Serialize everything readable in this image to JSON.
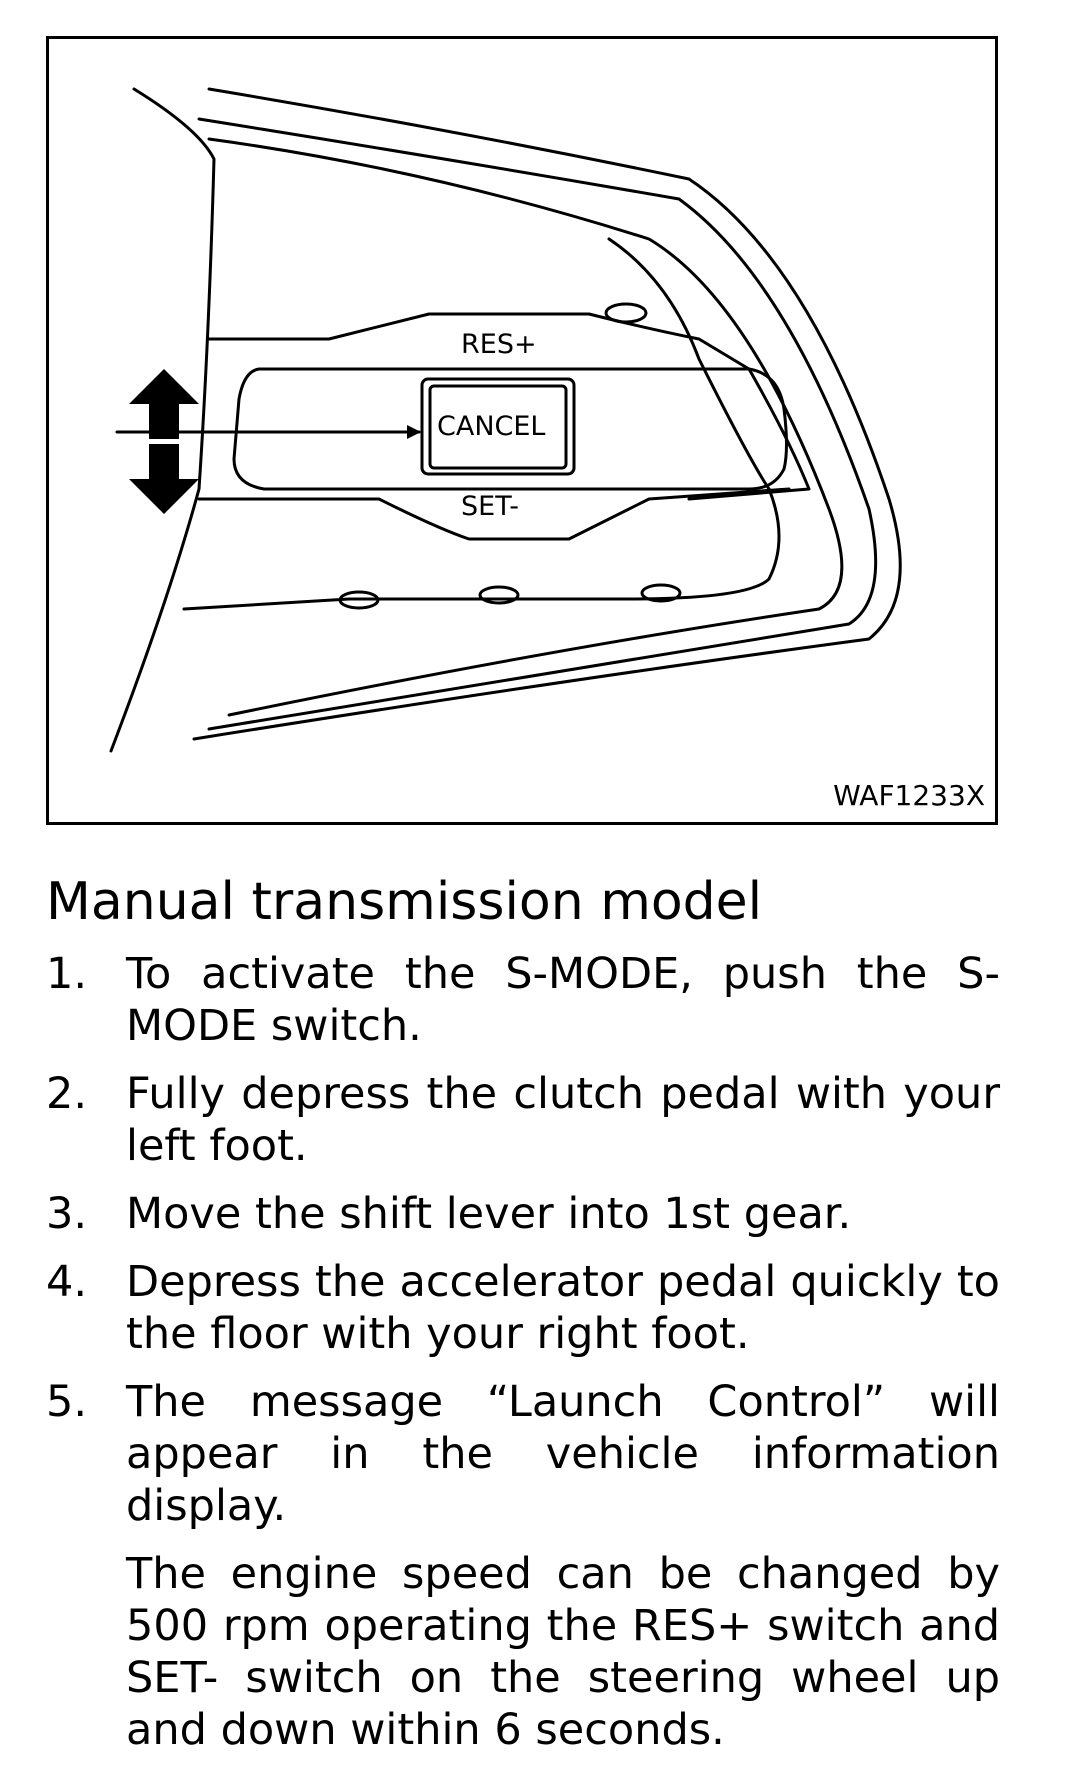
{
  "figure": {
    "labels": {
      "res_plus": "RES+",
      "cancel": "CANCEL",
      "set_minus": "SET-"
    },
    "id": "WAF1233X"
  },
  "section": {
    "title": "Manual transmission model"
  },
  "steps": [
    {
      "num": "1.",
      "text": "To activate the S-MODE, push the S-MODE switch."
    },
    {
      "num": "2.",
      "text": "Fully depress the clutch pedal with your left foot."
    },
    {
      "num": "3.",
      "text": "Move the shift lever into 1st gear."
    },
    {
      "num": "4.",
      "text": "Depress the accelerator pedal quickly to the floor with your right foot."
    },
    {
      "num": "5.",
      "text": "The message “Launch Control” will appear in the vehicle information display.",
      "note": "The engine speed can be changed by 500 rpm operating the RES+ switch and SET- switch on the steering wheel up and down within 6 seconds."
    }
  ]
}
